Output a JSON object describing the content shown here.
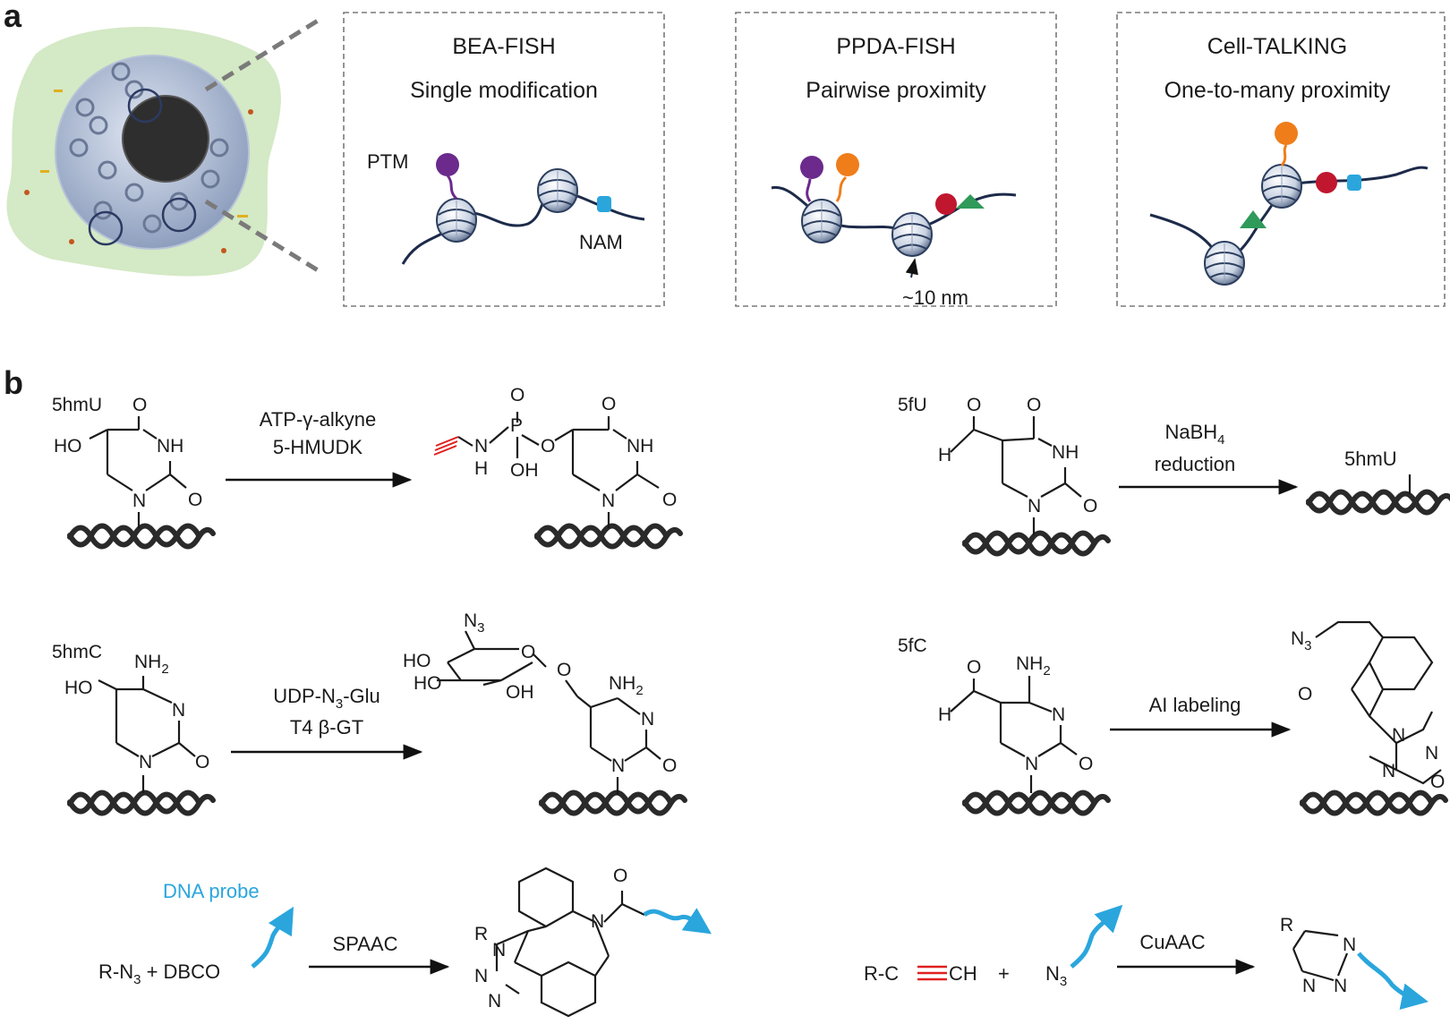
{
  "panel_a": {
    "letter": "a",
    "boxes": [
      {
        "title": "BEA-FISH",
        "subtitle": "Single modification",
        "labels": [
          "PTM",
          "NAM"
        ]
      },
      {
        "title": "PPDA-FISH",
        "subtitle": "Pairwise proximity",
        "labels": [
          "~10 nm"
        ]
      },
      {
        "title": "Cell-TALKING",
        "subtitle": "One-to-many proximity",
        "labels": []
      }
    ],
    "colors": {
      "purple": "#6b2a8c",
      "orange": "#ef7d1a",
      "red": "#c0172f",
      "green": "#2f9a5a",
      "blue_square": "#2aa6dd"
    }
  },
  "panel_b": {
    "letter": "b",
    "reactions": [
      {
        "substrate": "5hmU",
        "reagent_line1": "ATP-γ-alkyne",
        "reagent_line2": "5-HMUDK"
      },
      {
        "substrate": "5fU",
        "reagent_line1": "NaBH",
        "reagent_line1_sub": "4",
        "reagent_line2": "reduction",
        "product": "5hmU"
      },
      {
        "substrate": "5hmC",
        "reagent_line1": "UDP-N",
        "reagent_line1_sub": "3",
        "reagent_line1_end": "-Glu",
        "reagent_line2": "T4 β-GT"
      },
      {
        "substrate": "5fC",
        "reagent_line1": "AI labeling"
      },
      {
        "reagent_line1": "SPAAC",
        "reactant": "R-N",
        "reactant_sub": "3",
        "reactant_end": " + DBCO",
        "probe": "DNA probe"
      },
      {
        "reagent_line1": "CuAAC",
        "reactant": "R-C",
        "reactant_end": "CH",
        "plus": "+",
        "azide": "N",
        "azide_sub": "3"
      }
    ],
    "atoms": {
      "O": "O",
      "NH": "NH",
      "N": "N",
      "HO": "HO",
      "H": "H",
      "OH": "OH",
      "P": "P",
      "NH2": "NH",
      "two": "2",
      "N3": "N",
      "three": "3",
      "R": "R"
    }
  }
}
